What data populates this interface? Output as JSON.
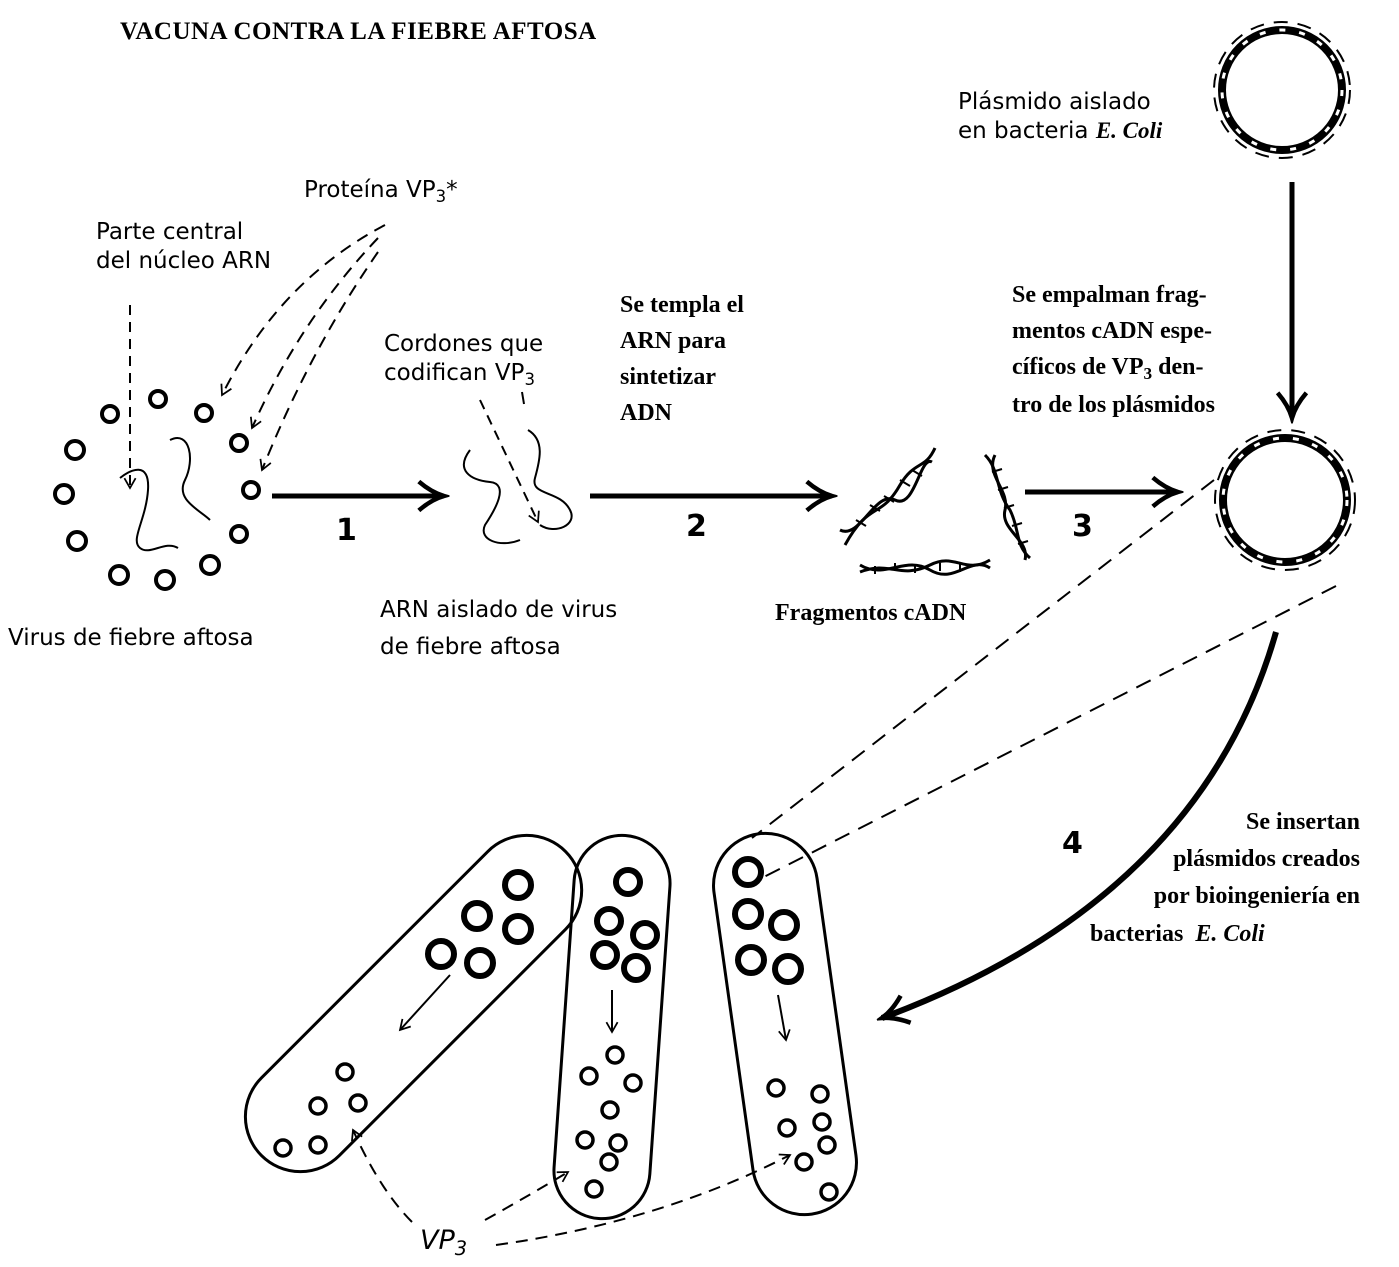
{
  "title": "VACUNA CONTRA LA FIEBRE AFTOSA",
  "labels": {
    "plasmid_isolated_l1": "Plásmido aislado",
    "plasmid_isolated_l2": "en bacteria",
    "plasmid_isolated_ecoli": "E. Coli",
    "protein_main": "Proteína VP",
    "protein_sub": "3",
    "protein_mark": "*",
    "core_l1": "Parte central",
    "core_l2": "del núcleo ARN",
    "strands_l1": "Cordones que",
    "strands_l2_main": "codifican VP",
    "strands_l2_sub": "3",
    "anneal_l1": "Se templa el",
    "anneal_l2": "ARN para",
    "anneal_l3": "sintetizar",
    "anneal_l4": "ADN",
    "splice_l1": "Se empalman frag-",
    "splice_l2": "mentos cADN espe-",
    "splice_l3_main": "cíficos de VP",
    "splice_l3_sub": "3",
    "splice_l3_end": " den-",
    "splice_l4": "tro de los plásmidos",
    "virus": "Virus de fiebre aftosa",
    "rna_isolated_l1": "ARN aislado de virus",
    "rna_isolated_l2": "de fiebre aftosa",
    "fragments": "Fragmentos cADN",
    "insert_l1": "Se insertan",
    "insert_l2": "plásmidos creados",
    "insert_l3": "por bioingeniería en",
    "insert_l4": "bacterias",
    "insert_ecoli": "E. Coli",
    "vp3_main": "VP",
    "vp3_sub": "3"
  },
  "steps": [
    "1",
    "2",
    "3",
    "4"
  ]
}
